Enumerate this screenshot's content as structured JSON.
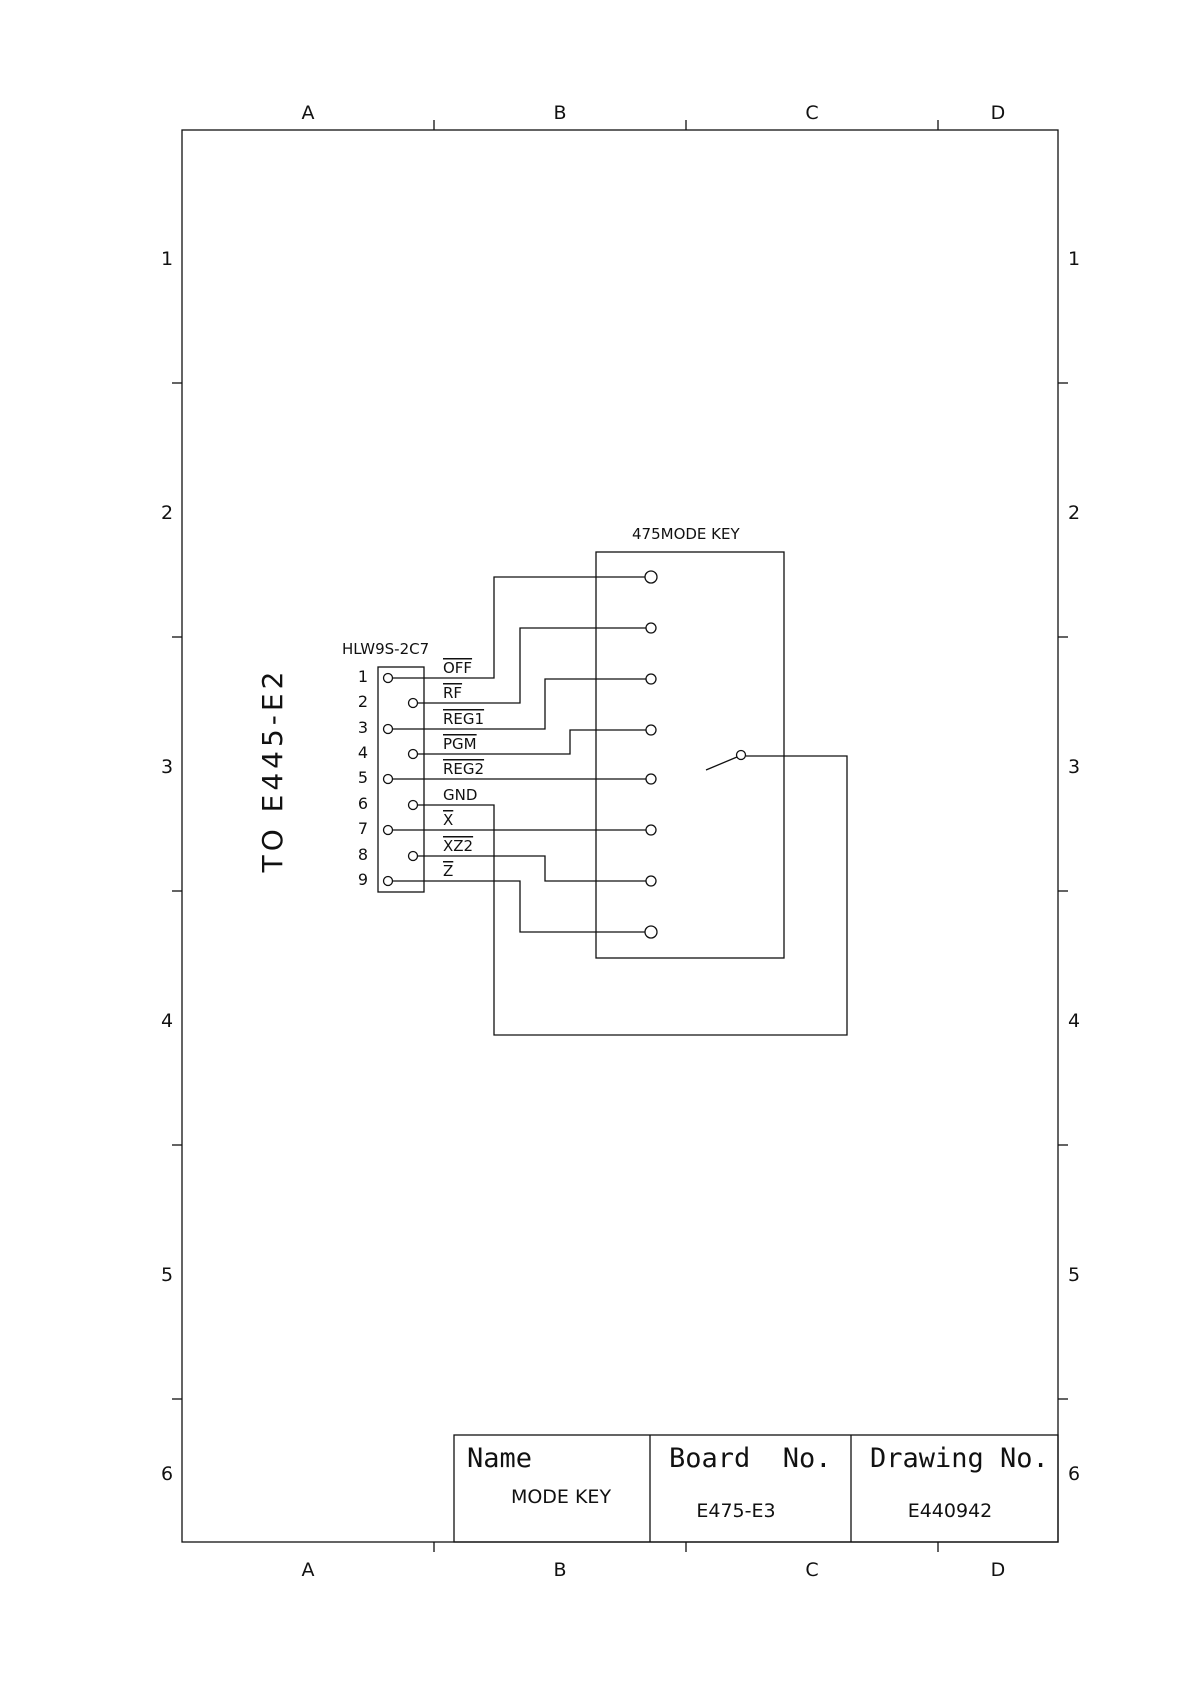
{
  "frame": {
    "column_labels": [
      "A",
      "B",
      "C",
      "D"
    ],
    "row_labels": [
      "1",
      "2",
      "3",
      "4",
      "5",
      "6"
    ]
  },
  "destination": "TO E445-E2",
  "connector": {
    "part": "HLW9S-2C7",
    "pins": [
      {
        "num": "1",
        "signal": "OFF",
        "overline": true
      },
      {
        "num": "2",
        "signal": "RF",
        "overline": true
      },
      {
        "num": "3",
        "signal": "REG1",
        "overline": true
      },
      {
        "num": "4",
        "signal": "PGM",
        "overline": true
      },
      {
        "num": "5",
        "signal": "REG2",
        "overline": true
      },
      {
        "num": "6",
        "signal": "GND",
        "overline": false
      },
      {
        "num": "7",
        "signal": "X",
        "overline": true
      },
      {
        "num": "8",
        "signal": "XZ2",
        "overline": true
      },
      {
        "num": "9",
        "signal": "Z",
        "overline": true
      }
    ]
  },
  "switch": {
    "title": "475MODE KEY"
  },
  "title_block": {
    "name_label": "Name",
    "name_value": "MODE KEY",
    "board_label": "Board  No.",
    "board_value": "E475-E3",
    "drawing_label": "Drawing No.",
    "drawing_value": "E440942"
  },
  "colors": {
    "ink": "#111111",
    "paper": "#ffffff"
  }
}
